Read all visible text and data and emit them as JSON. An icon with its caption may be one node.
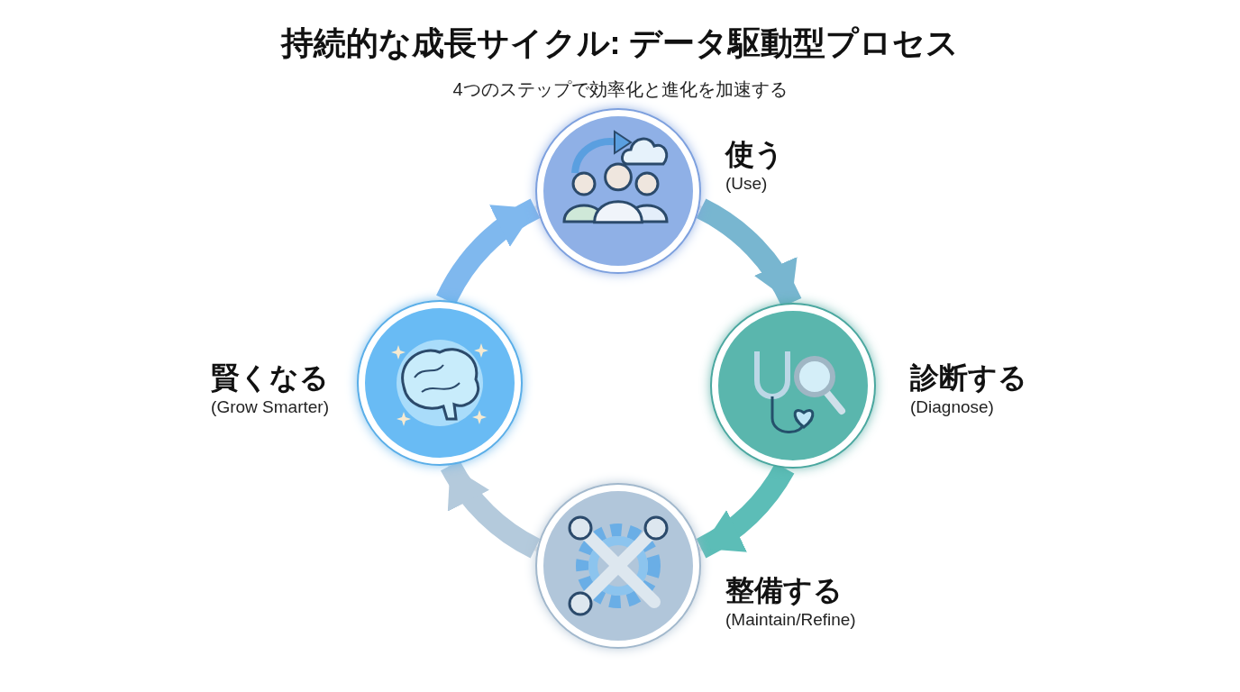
{
  "diagram": {
    "title": "持続的な成長サイクル: データ駆動型プロセス",
    "nodes": [
      {
        "text": [
          "使う",
          "(Use)"
        ]
      },
      {
        "text": [
          "診断する",
          "(Diagnose)"
        ]
      },
      {
        "text": [
          "整備する",
          "(Maintain/Refine)"
        ]
      },
      {
        "text": [
          "賢くなる",
          "(Grow Smarter)"
        ]
      }
    ],
    "edges": [
      {
        "from": 0,
        "to": 1,
        "arrow": "to",
        "color": "#78b6d0"
      },
      {
        "from": 1,
        "to": 2,
        "arrow": "to",
        "color": "#5cbdb7"
      },
      {
        "from": 2,
        "to": 3,
        "arrow": "to",
        "color": "#b4cadc"
      },
      {
        "from": 3,
        "to": 0,
        "arrow": "to",
        "color": "#7fb8ee"
      }
    ],
    "labels": [
      "4つのステップで効率化と進化を加速する"
    ]
  }
}
